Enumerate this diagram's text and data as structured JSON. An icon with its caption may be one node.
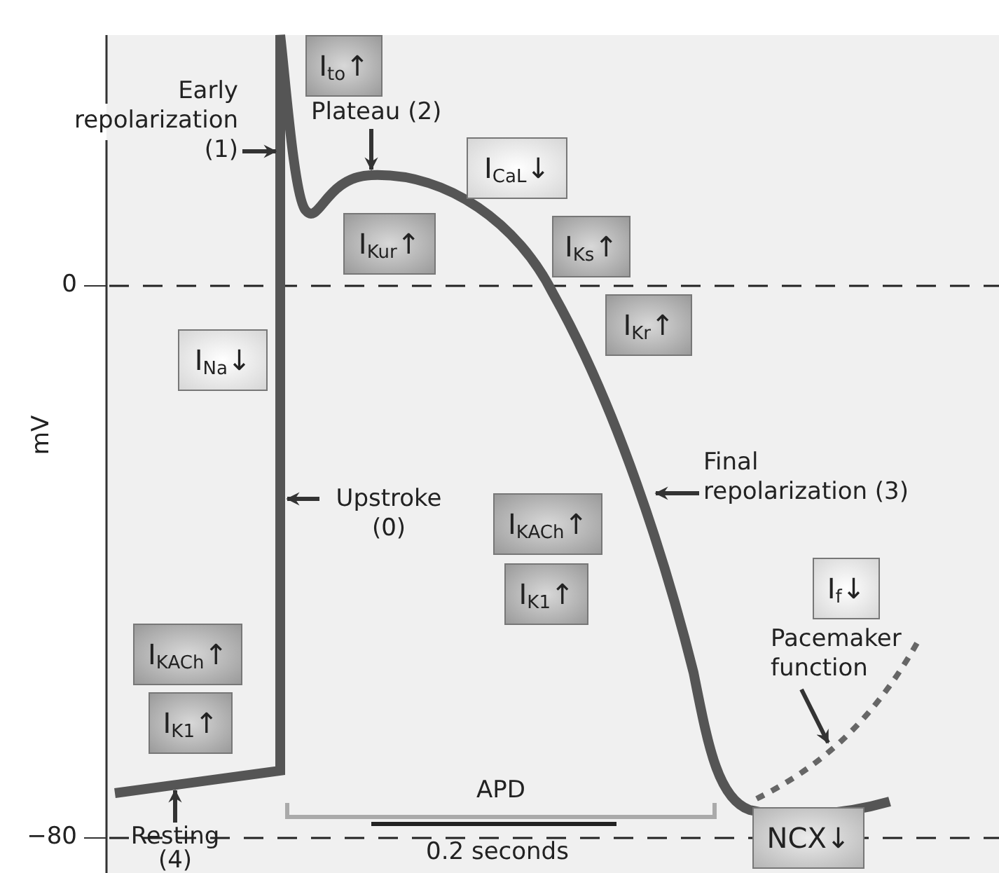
{
  "diagram": {
    "nodes": [
      {
        "text": [
          "Early repolarization (1)"
        ]
      },
      {
        "text": [
          "I$_{to}$↑"
        ]
      },
      {
        "text": [
          "Plateau (2)"
        ]
      },
      {
        "text": [
          "I$_{Kur}$↑"
        ]
      },
      {
        "text": [
          "I$_{CaL}$↓"
        ]
      },
      {
        "text": [
          "I$_{Ks}$↑"
        ]
      },
      {
        "text": [
          "I$_{Kr}$↑"
        ]
      },
      {
        "text": [
          "I$_{Na}$↓"
        ]
      },
      {
        "text": [
          "Upstroke (0)"
        ]
      },
      {
        "text": [
          "Final repolarization (3)"
        ]
      },
      {
        "text": [
          "I$_{KACh}$↑"
        ]
      },
      {
        "text": [
          "I$_{K1}$↑"
        ]
      },
      {
        "text": [
          "I$_{f}$↓"
        ]
      },
      {
        "text": [
          "Pacemaker function"
        ]
      },
      {
        "text": [
          "I$_{KACh}$↑"
        ]
      },
      {
        "text": [
          "I$_{K1}$↑"
        ]
      },
      {
        "text": [
          "Resting (4)"
        ]
      },
      {
        "text": [
          "NCX↓"
        ]
      }
    ],
    "edges": [
      {
        "from": 0,
        "to": null,
        "arrow": "to"
      },
      {
        "from": 2,
        "to": null,
        "arrow": "to"
      },
      {
        "from": 8,
        "to": null,
        "arrow": "to"
      },
      {
        "from": 9,
        "to": null,
        "arrow": "to"
      },
      {
        "from": 13,
        "to": null,
        "arrow": "to"
      },
      {
        "from": 16,
        "to": null,
        "arrow": "to"
      }
    ],
    "labels": [
      "0",
      "mV",
      "APD",
      "−80",
      "0.2 seconds"
    ]
  }
}
